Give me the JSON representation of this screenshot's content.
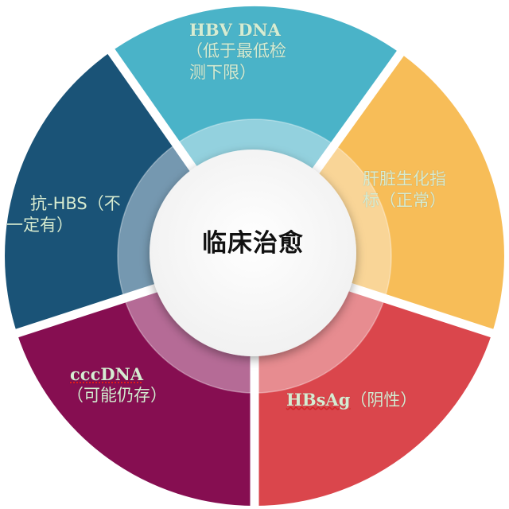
{
  "diagram": {
    "type": "segmented-ring",
    "center": {
      "label": "临床治愈",
      "color": "#fafafa"
    },
    "segments": [
      {
        "id": "hbv-dna",
        "line1": "HBV DNA",
        "line2": "（低于最低检",
        "line3": "测下限）",
        "color": "#4ab3c8",
        "inner_color": "#93d1de"
      },
      {
        "id": "liver-function",
        "line1": "肝脏生化指",
        "line2": "标（正常）",
        "color": "#f7bd58",
        "inner_color": "#f9d597"
      },
      {
        "id": "hbsag",
        "line1_en": "HBsAg",
        "line1_cn": "（阴性）",
        "color": "#da464c",
        "inner_color": "#e78c90"
      },
      {
        "id": "cccdna",
        "line1": "cccDNA",
        "line2": "（可能仍存）",
        "color": "#860e51",
        "inner_color": "#b56b96"
      },
      {
        "id": "anti-hbs",
        "line1": "抗-HBS（不",
        "line2": "一定有）",
        "color": "#1a5377",
        "inner_color": "#7598b0"
      }
    ],
    "label_color": "#d6ecd2",
    "divider_color": "#ffffff"
  }
}
